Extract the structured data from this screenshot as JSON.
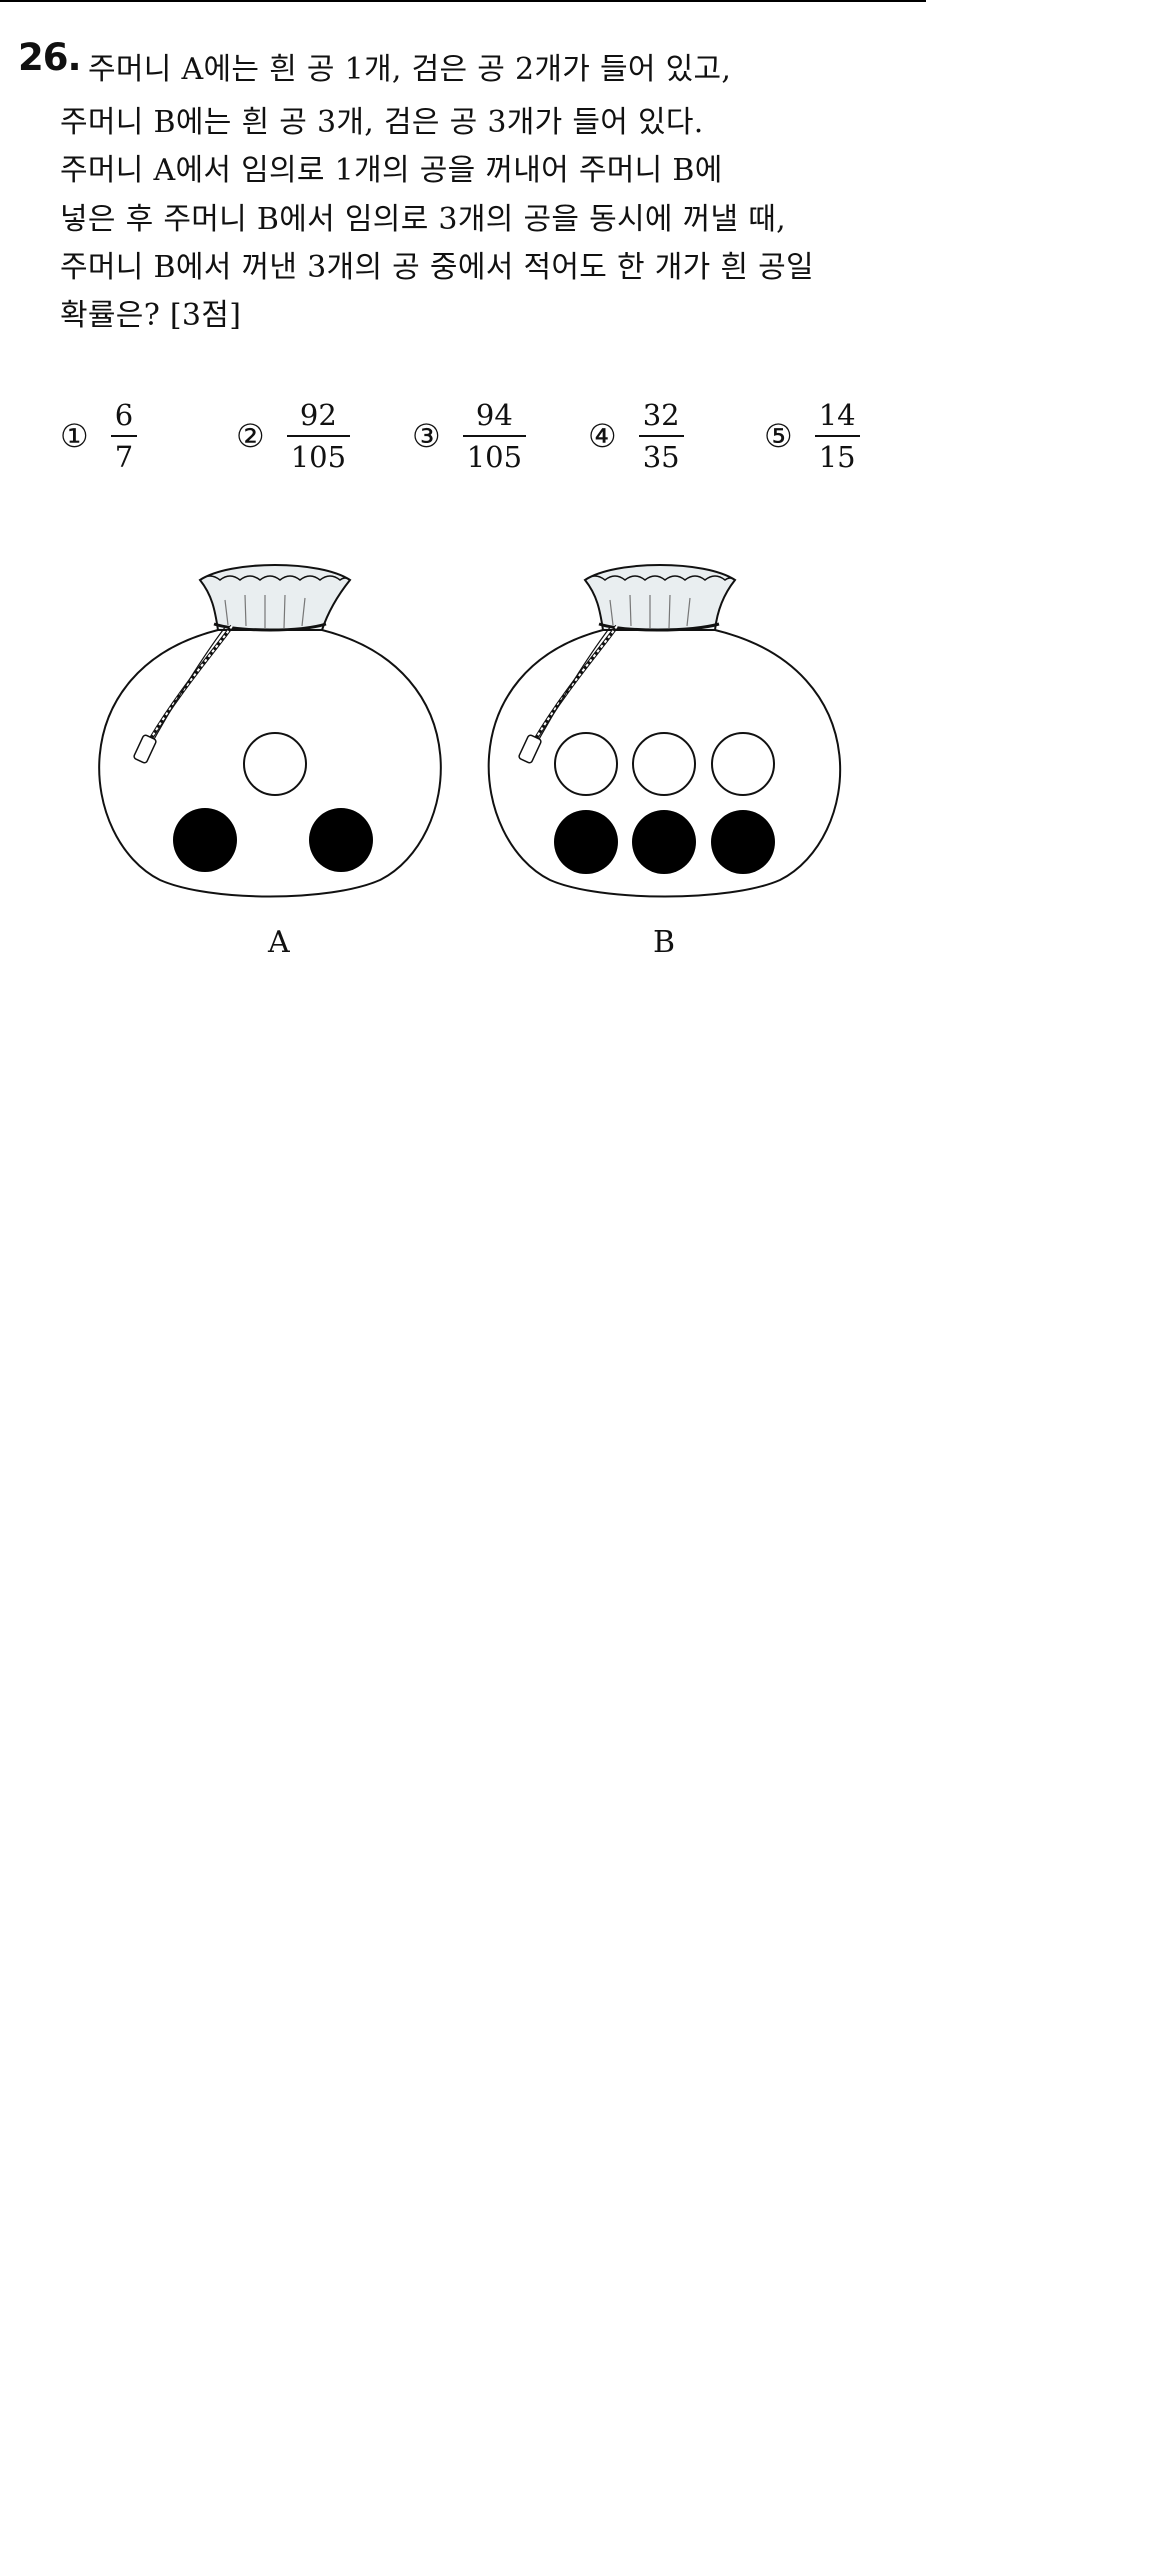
{
  "question": {
    "number": "26.",
    "lines": [
      "주머니 A에는 흰 공 1개, 검은 공 2개가 들어 있고,",
      "주머니 B에는 흰 공 3개, 검은 공 3개가 들어 있다.",
      "주머니 A에서 임의로 1개의 공을 꺼내어 주머니 B에",
      "넣은 후 주머니 B에서 임의로 3개의 공을 동시에 꺼낼 때,",
      "주머니 B에서 꺼낸 3개의 공 중에서 적어도 한 개가 흰 공일",
      "확률은? [3점]"
    ]
  },
  "choices": [
    {
      "mark": "①",
      "numerator": "6",
      "denominator": "7"
    },
    {
      "mark": "②",
      "numerator": "92",
      "denominator": "105"
    },
    {
      "mark": "③",
      "numerator": "94",
      "denominator": "105"
    },
    {
      "mark": "④",
      "numerator": "32",
      "denominator": "35"
    },
    {
      "mark": "⑤",
      "numerator": "14",
      "denominator": "15"
    }
  ],
  "figure": {
    "bags": [
      {
        "label": "A",
        "white_balls": 1,
        "black_balls": 2
      },
      {
        "label": "B",
        "white_balls": 3,
        "black_balls": 3
      }
    ],
    "colors": {
      "ball_black": "#000000",
      "ball_white": "#ffffff",
      "outline": "#111111"
    }
  }
}
